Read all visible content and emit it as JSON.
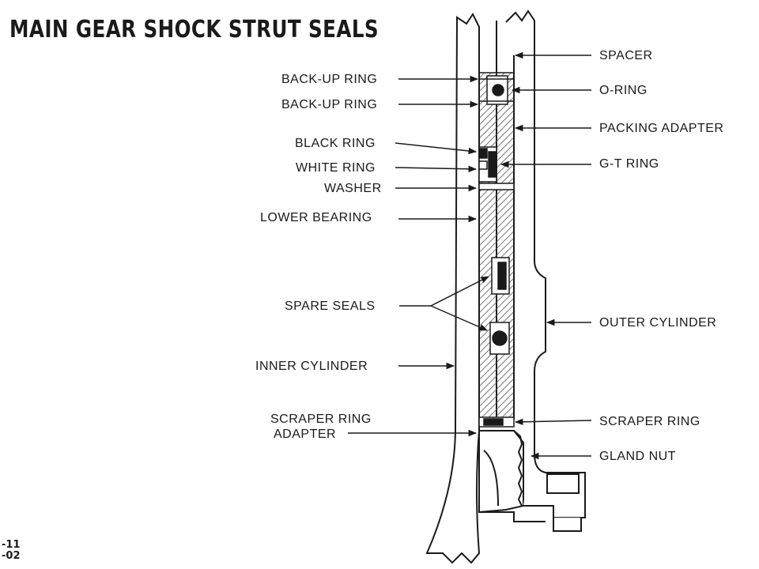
{
  "title": "MAIN GEAR SHOCK STRUT SEALS",
  "labels_left": {
    "backup_ring_1": "BACK-UP RING",
    "backup_ring_2": "BACK-UP RING",
    "black_ring": "BLACK RING",
    "white_ring": "WHITE RING",
    "washer": "WASHER",
    "lower_bearing": "LOWER BEARING",
    "spare_seals": "SPARE SEALS",
    "inner_cylinder": "INNER CYLINDER",
    "scraper_ring_adapter_1": "SCRAPER RING",
    "scraper_ring_adapter_2": "ADAPTER"
  },
  "labels_right": {
    "spacer": "SPACER",
    "o_ring": "O-RING",
    "packing_adapter": "PACKING ADAPTER",
    "gt_ring": "G-T RING",
    "outer_cylinder": "OUTER CYLINDER",
    "scraper_ring": "SCRAPER RING",
    "gland_nut": "GLAND NUT"
  },
  "figure_number": {
    "line1": "-11",
    "line2": "-02"
  },
  "colors": {
    "ink": "#1a1a1a",
    "hatch": "#555555",
    "note": "#8a8a8a"
  }
}
